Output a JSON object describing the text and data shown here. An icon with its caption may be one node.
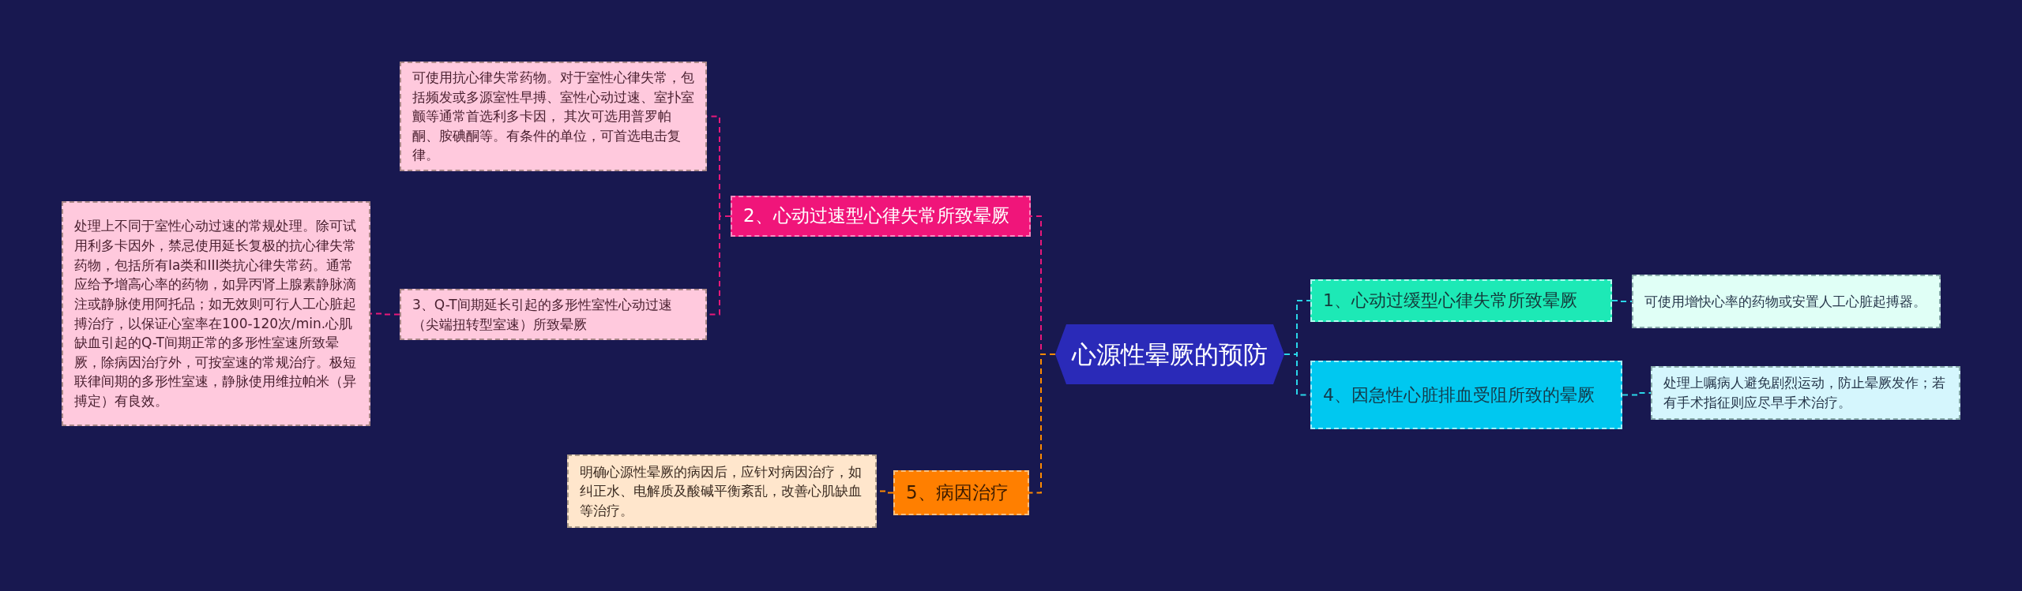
{
  "diagram": {
    "nodes": [
      {
        "text": [
          "心源性晕厥的预防"
        ]
      },
      {
        "text": [
          "1、心动过缓型心律失常所致晕厥"
        ]
      },
      {
        "text": [
          "可使用增快心率的药物或安置人工心脏起搏器。"
        ]
      },
      {
        "text": [
          "4、因急性心脏排血受阻所致的晕厥"
        ]
      },
      {
        "text": [
          "处理上嘱病人避免剧烈运动，防止晕厥发作；若有手术指征则应尽早手术治疗。"
        ]
      },
      {
        "text": [
          "2、心动过速型心律失常所致晕厥"
        ]
      },
      {
        "text": [
          "可使用抗心律失常药物。对于室性心律失常，包括频发或多源室性早搏、室性心动过速、室扑室颤等通常首选利多卡因， 其次可选用普罗帕酮、胺碘酮等。有条件的单位，可首选电击复律。"
        ]
      },
      {
        "text": [
          "3、Q-T间期延长引起的多形性室性心动过速（尖端扭转型室速）所致晕厥"
        ]
      },
      {
        "text": [
          "处理上不同于室性心动过速的常规处理。除可试用利多卡因外，禁忌使用延长复极的抗心律失常药物，包括所有Ia类和III类抗心律失常药。通常应给予增高心率的药物，如异丙肾上腺素静脉滴注或静脉使用阿托品；如无效则可行人工心脏起搏治疗，以保证心室率在100-120次/min.心肌缺血引起的Q-T间期正常的多形性室速所致晕厥，除病因治疗外，可按室速的常规治疗。极短联律间期的多形性室速，静脉使用维拉帕米（异搏定）有良效。"
        ]
      },
      {
        "text": [
          "5、病因治疗"
        ]
      },
      {
        "text": [
          "明确心源性晕厥的病因后，应针对病因治疗，如纠正水、电解质及酸碱平衡紊乱，改善心肌缺血等治疗。"
        ]
      }
    ],
    "edges": [
      {
        "from": 0,
        "to": 1,
        "arrow": "none",
        "style": "dashed",
        "color": "#2ad6e8"
      },
      {
        "from": 1,
        "to": 2,
        "arrow": "none",
        "style": "dashed",
        "color": "#2ad6e8"
      },
      {
        "from": 0,
        "to": 3,
        "arrow": "none",
        "style": "dashed",
        "color": "#2ad6e8"
      },
      {
        "from": 3,
        "to": 4,
        "arrow": "none",
        "style": "dashed",
        "color": "#2ad6e8"
      },
      {
        "from": 0,
        "to": 5,
        "arrow": "none",
        "style": "dashed",
        "color": "#e8187a"
      },
      {
        "from": 5,
        "to": 6,
        "arrow": "none",
        "style": "dashed",
        "color": "#e8187a"
      },
      {
        "from": 5,
        "to": 7,
        "arrow": "none",
        "style": "dashed",
        "color": "#e8187a"
      },
      {
        "from": 7,
        "to": 8,
        "arrow": "none",
        "style": "dashed",
        "color": "#e8187a"
      },
      {
        "from": 0,
        "to": 9,
        "arrow": "none",
        "style": "dashed",
        "color": "#ff8a00"
      },
      {
        "from": 9,
        "to": 10,
        "arrow": "none",
        "style": "dashed",
        "color": "#ff8a00"
      }
    ]
  }
}
